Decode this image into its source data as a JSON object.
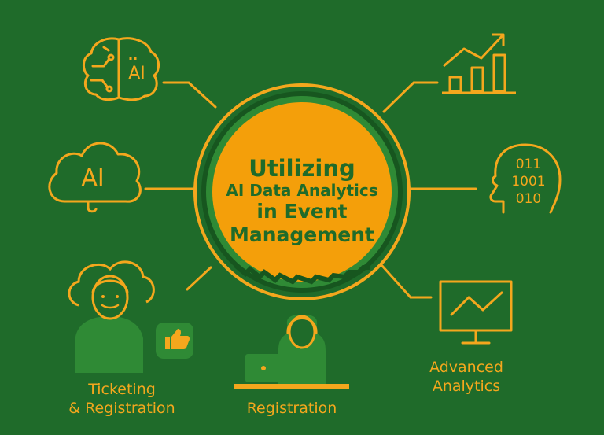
{
  "center": {
    "line1": "Utilizing",
    "line2": "AI Data Analytics",
    "line3": "in Event",
    "line4": "Management"
  },
  "icons": {
    "brain_ai": "AI",
    "cloud_ai": "AI",
    "binary": [
      "011",
      "1001",
      "010"
    ]
  },
  "labels": {
    "ticketing_line1": "Ticketing",
    "ticketing_line2": "& Registration",
    "registration": "Registration",
    "analytics_line1": "Advanced",
    "analytics_line2": "Analytics"
  },
  "colors": {
    "background": "#1f6b2a",
    "accent": "#f4a71d",
    "center_fill": "#f49f0a",
    "ring_dark": "#17561f",
    "figure_green": "#2f8a35"
  }
}
